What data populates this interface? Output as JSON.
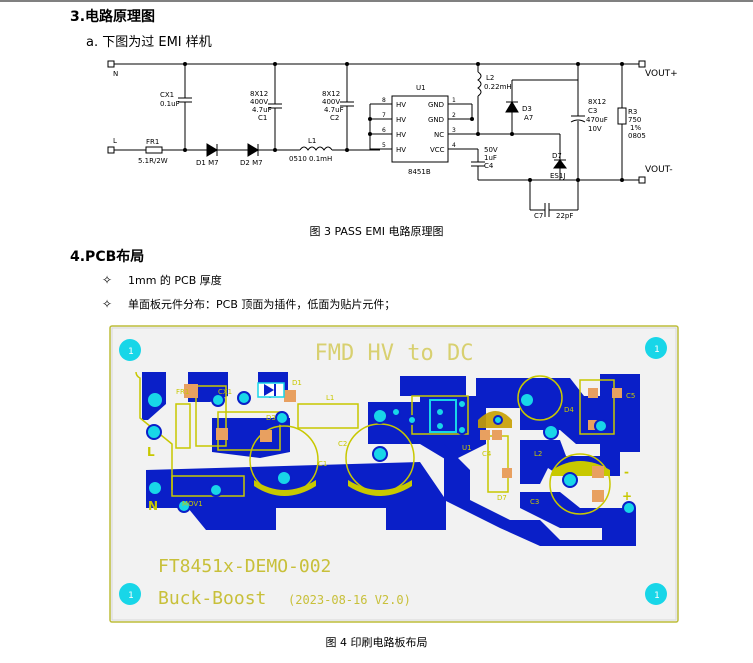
{
  "section3": {
    "title": "3.电路原理图",
    "subtitle": "a. 下图为过 EMI 样机"
  },
  "schematic": {
    "N": "N",
    "L": "L",
    "vout_plus": "VOUT+",
    "vout_minus": "VOUT-",
    "cx1": [
      "CX1",
      "0.1uF"
    ],
    "c1": [
      "8X12",
      "400V",
      "4.7uF",
      "C1"
    ],
    "c2": [
      "8X12",
      "400V",
      "4.7uF",
      "C2"
    ],
    "fr1": [
      "FR1",
      "5.1R/2W"
    ],
    "d1": "D1  M7",
    "d2": "D2  M7",
    "l1": [
      "L1",
      "0510  0.1mH"
    ],
    "u1": {
      "ref": "U1",
      "part": "8451B",
      "pins_left": [
        "HV",
        "HV",
        "HV",
        "HV"
      ],
      "pins_left_num": [
        "8",
        "7",
        "6",
        "5"
      ],
      "pins_right": [
        "GND",
        "GND",
        "NC",
        "VCC"
      ],
      "pins_right_num": [
        "1",
        "2",
        "3",
        "4"
      ]
    },
    "l2": [
      "L2",
      "0.22mH"
    ],
    "d3": [
      "D3",
      "A7"
    ],
    "c4": [
      "50V",
      "1uF",
      "C4"
    ],
    "c3": [
      "8X12",
      "C3",
      "470uF",
      "10V"
    ],
    "r3": [
      "R3",
      "750",
      "1%",
      "0805"
    ],
    "d7": [
      "D7",
      "ES1J"
    ],
    "c7": [
      "C7",
      "22pF"
    ]
  },
  "caption3": "图 3 PASS EMI 电路原理图",
  "section4": {
    "title": "4.PCB布局"
  },
  "bullets": [
    {
      "mark": "✧",
      "text": "1mm 的 PCB 厚度"
    },
    {
      "mark": "✧",
      "text": "单面板元件分布：PCB 顶面为插件，低面为贴片元件；"
    }
  ],
  "pcb": {
    "title": "FMD HV to DC",
    "model": "FT8451x-DEMO-002",
    "name": "Buck-Boost",
    "date": "(2023-08-16 V2.0)",
    "labels": {
      "fr1": "FR1",
      "cx1": "CX1",
      "d1": "D1",
      "d3": "D3",
      "l1": "L1",
      "c2": "C2",
      "c1": "C1",
      "mov1": "MOV1",
      "l": "L",
      "n": "N",
      "u1": "U1",
      "c4": "C4",
      "d7": "D7",
      "l2": "L2",
      "c3": "C3",
      "d4": "D4",
      "c5": "C5",
      "plus": "+",
      "minus": "-",
      "one": "1"
    }
  },
  "caption4": "图 4 印刷电路板布局",
  "colors": {
    "copper": "#0a1fc8",
    "pad": "#e8a060",
    "via": "#18d6e8",
    "silk": "#c8c800",
    "board": "#f4f4f4"
  }
}
